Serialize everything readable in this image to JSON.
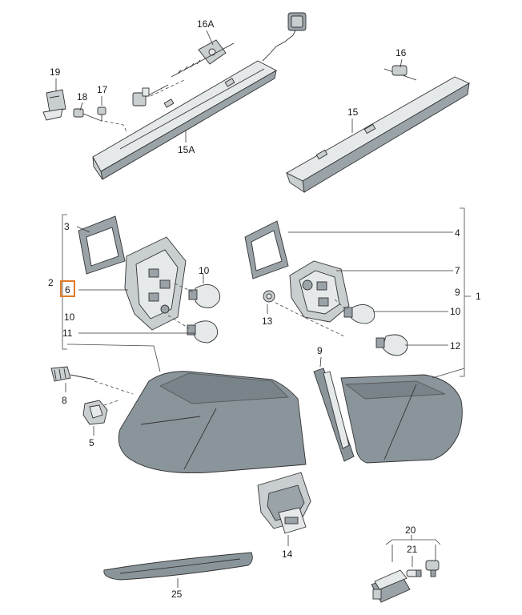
{
  "accent_color": "#e07b26",
  "highlighted_part": "6",
  "labels": {
    "p16A": "16A",
    "p16": "16",
    "p19": "19",
    "p18": "18",
    "p17": "17",
    "p15": "15",
    "p15A": "15A",
    "p3": "3",
    "p4": "4",
    "p2": "2",
    "p6": "6",
    "p10a": "10",
    "p10b": "10",
    "p10c": "10",
    "p10d": "10",
    "p11": "11",
    "p7": "7",
    "p9a": "9",
    "p1": "1",
    "p13": "13",
    "p12": "12",
    "p9b": "9",
    "p8": "8",
    "p5": "5",
    "p14": "14",
    "p20": "20",
    "p21": "21",
    "p25": "25"
  }
}
